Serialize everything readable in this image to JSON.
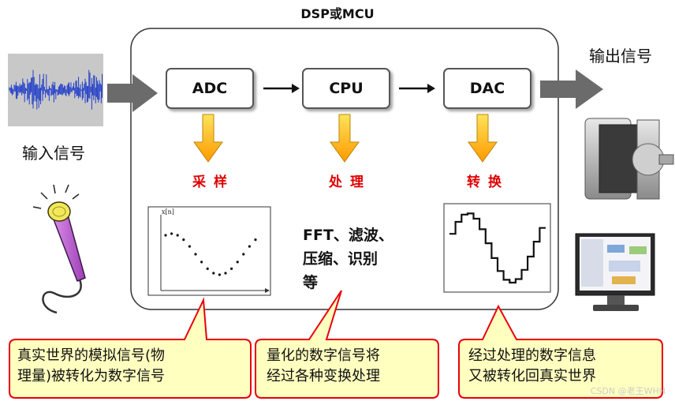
{
  "title": "DSP或MCU",
  "input_label": "输入信号",
  "output_label": "输出信号",
  "blocks": [
    {
      "id": "adc",
      "label": "ADC"
    },
    {
      "id": "cpu",
      "label": "CPU"
    },
    {
      "id": "dac",
      "label": "DAC"
    }
  ],
  "stages": [
    "采样",
    "处理",
    "转换"
  ],
  "sample_plot_label": "x[n]",
  "processing_text": [
    "FFT、滤波、",
    "压缩、识别",
    "等"
  ],
  "callouts": [
    {
      "lines": [
        "真实世界的模拟信号(物",
        "理量)被转化为数字信号"
      ]
    },
    {
      "lines": [
        "量化的数字信号将",
        "经过各种变换处理"
      ]
    },
    {
      "lines": [
        "经过处理的数字信息",
        "又被转化回真实世界"
      ]
    }
  ],
  "watermark": "CSDN @老王WHH",
  "colors": {
    "arrow_gray": "#6b6b6b",
    "stage_arrow": "#ffc20e",
    "stage_red": "#e00000",
    "callout_fill": "#ffffc0",
    "callout_border": "#e8000c",
    "waveform": "#1f3cc8"
  }
}
